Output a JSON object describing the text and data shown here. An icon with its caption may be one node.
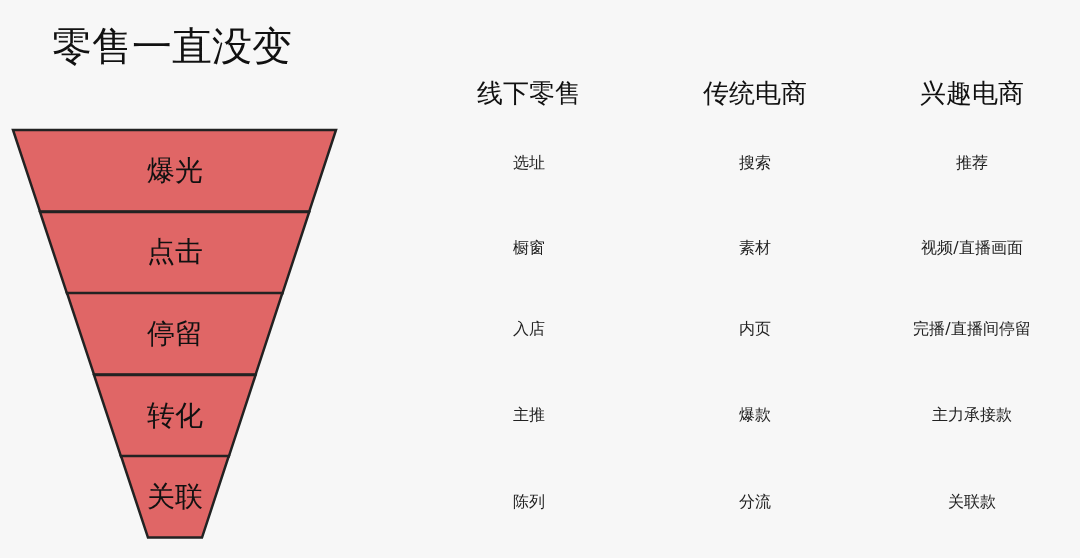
{
  "diagram": {
    "title": "零售一直没变",
    "nodes": [
      {
        "text": [
          "爆光"
        ]
      },
      {
        "text": [
          "点击"
        ]
      },
      {
        "text": [
          "停留"
        ]
      },
      {
        "text": [
          "转化"
        ]
      },
      {
        "text": [
          "关联"
        ]
      }
    ],
    "labels": [
      "线下零售",
      "传统电商",
      "兴趣电商",
      "选址",
      "搜索",
      "推荐",
      "橱窗",
      "素材",
      "视频/直播画面",
      "入店",
      "内页",
      "完播/直播间停留",
      "主推",
      "爆款",
      "主力承接款",
      "陈列",
      "分流",
      "关联款"
    ]
  }
}
